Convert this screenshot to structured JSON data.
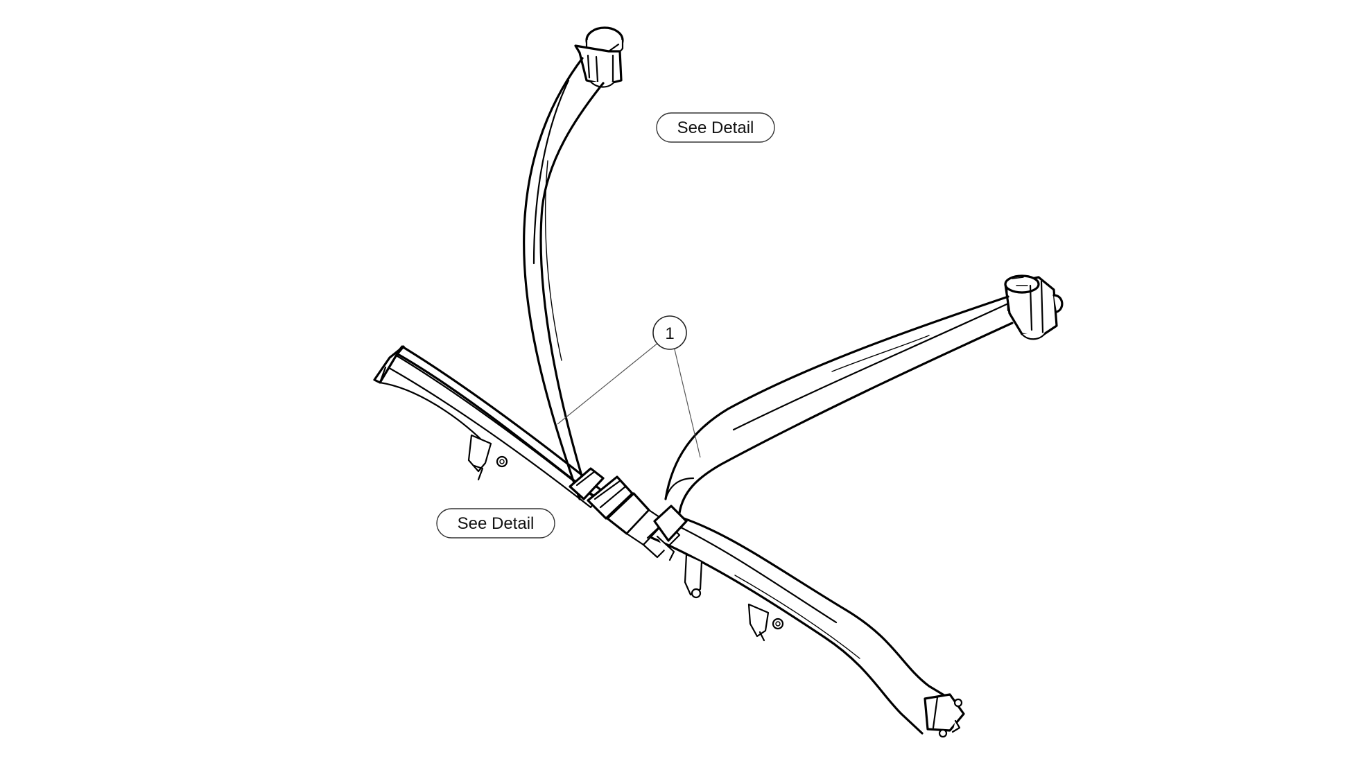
{
  "callouts": {
    "upper_detail": "See Detail",
    "lower_detail": "See Detail"
  },
  "balloon": {
    "number": "1"
  }
}
